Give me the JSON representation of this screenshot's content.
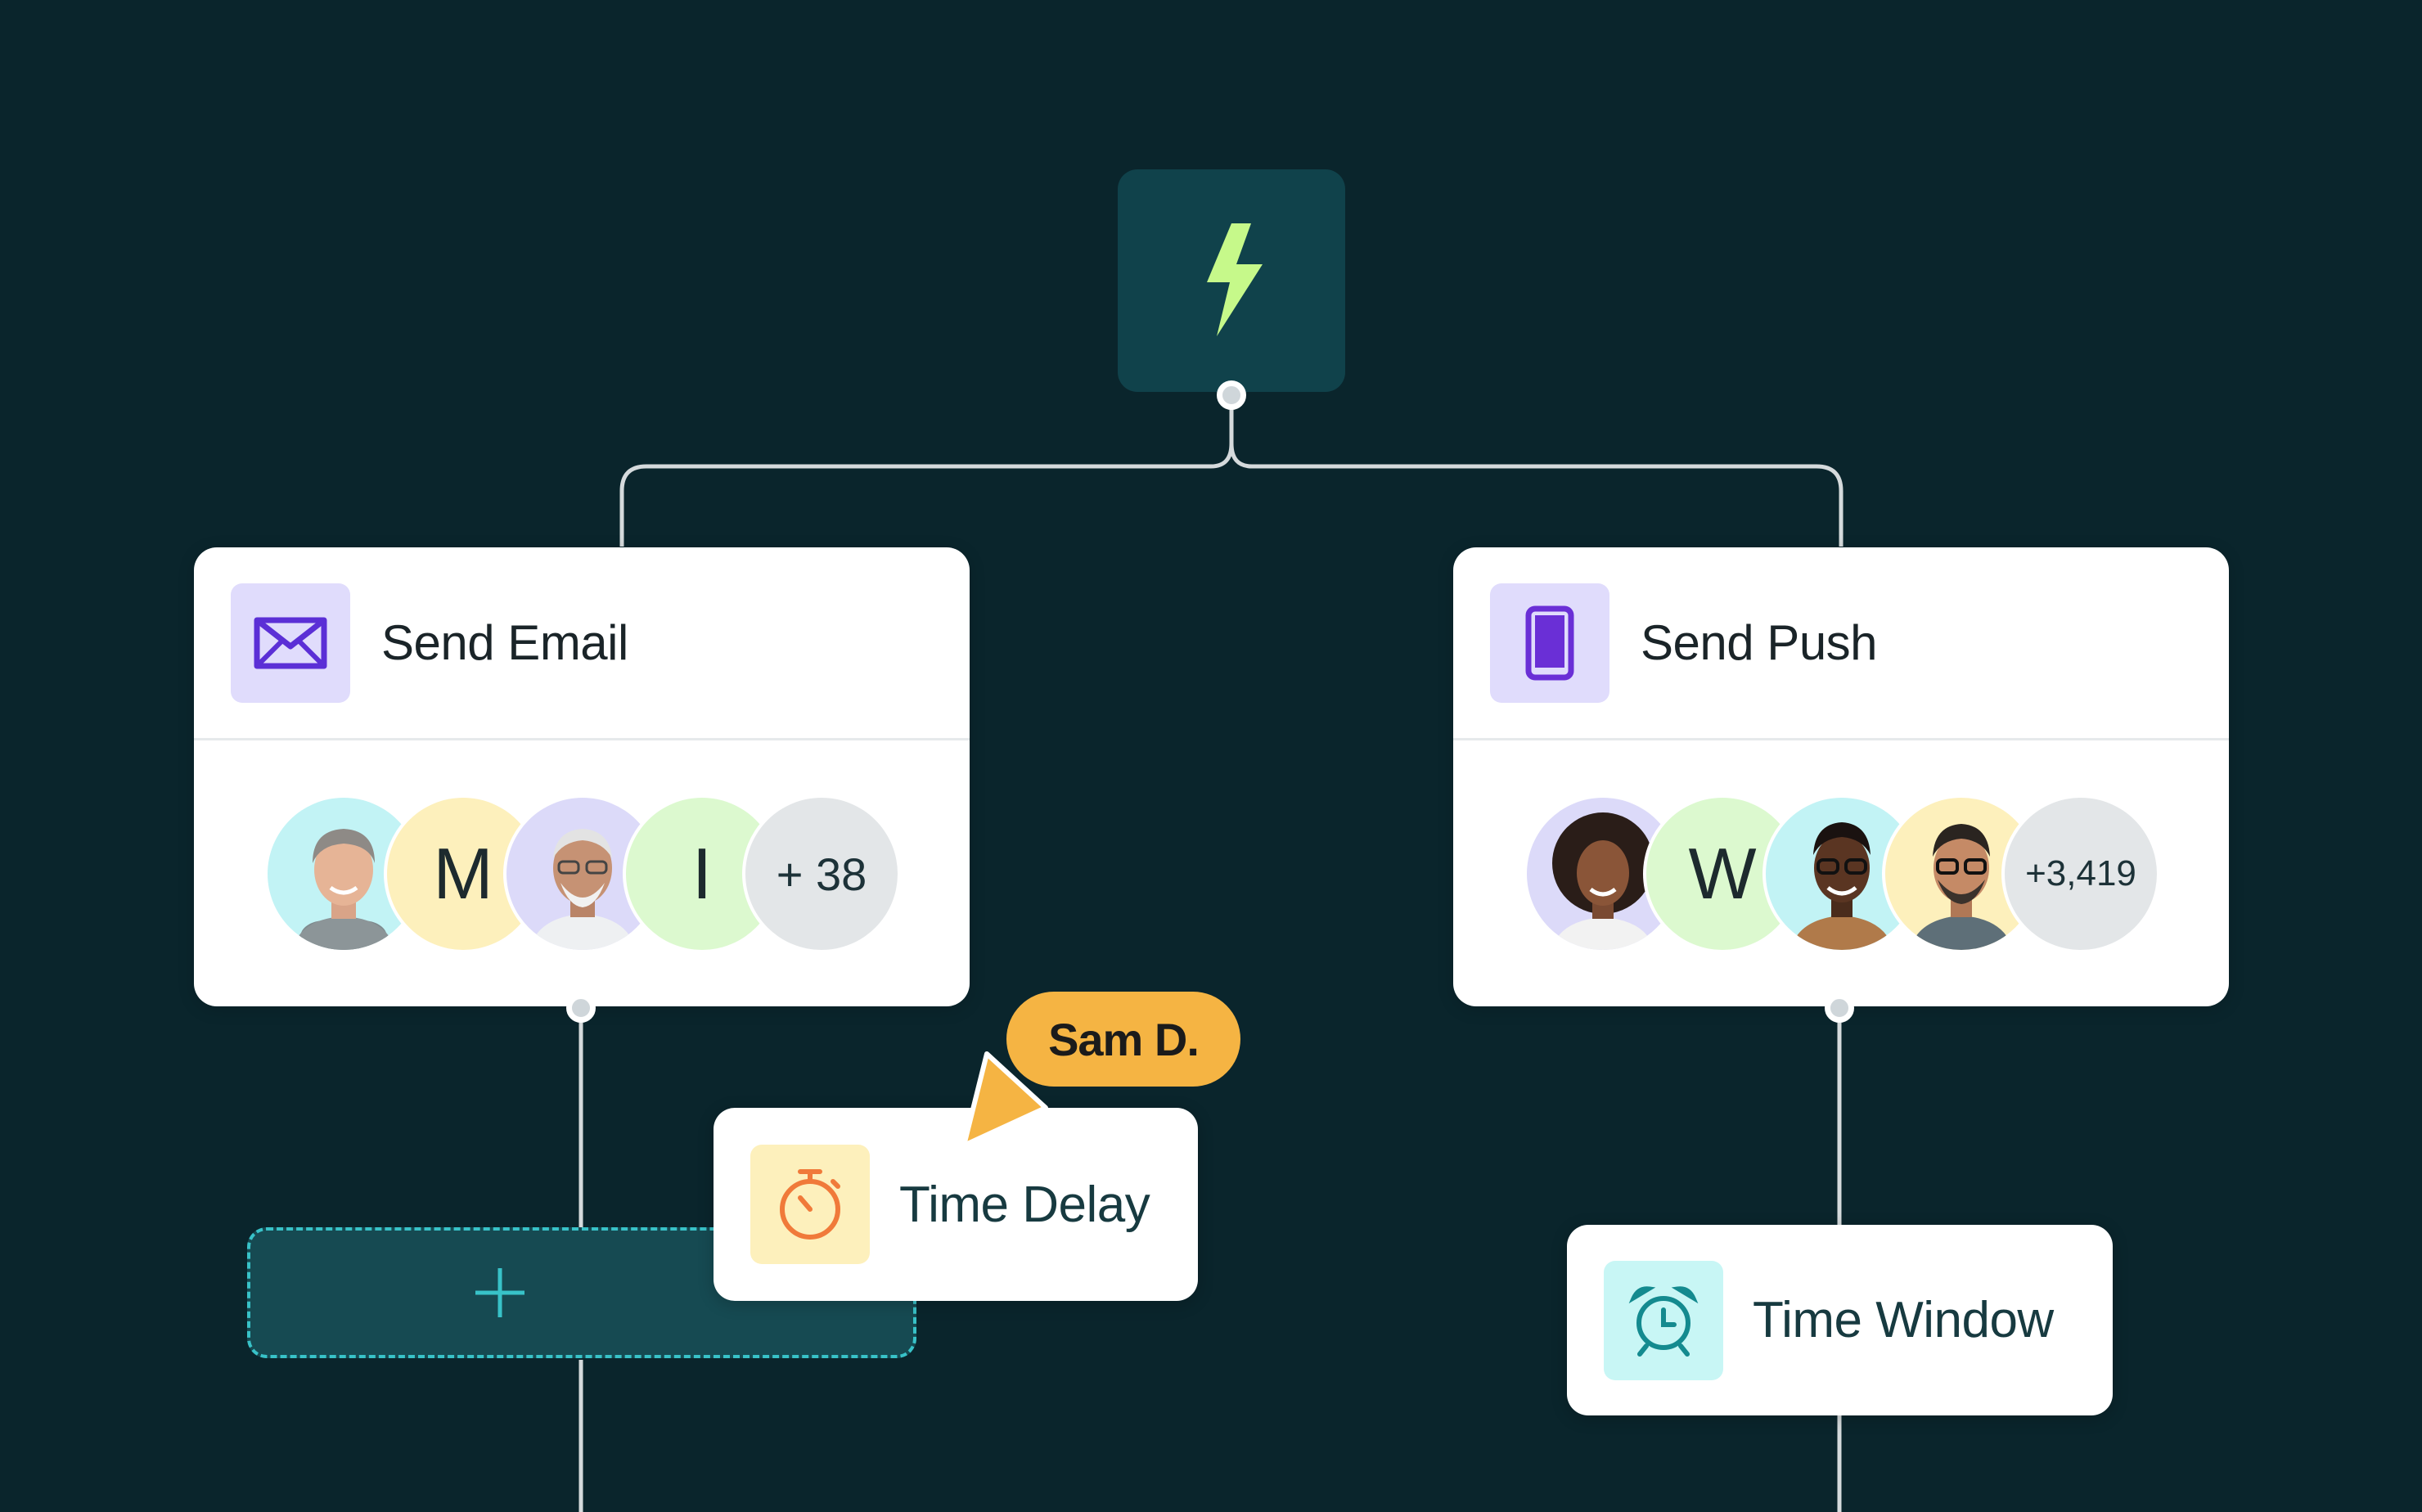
{
  "trigger": {
    "icon": "lightning-bolt-icon",
    "color": "#c6f98a"
  },
  "nodes": {
    "send_email": {
      "title": "Send Email",
      "icon": "envelope-icon",
      "icon_bg": "#e0dcfc",
      "icon_color": "#5b2fd6",
      "avatars": [
        {
          "type": "photo",
          "bg": "#c2f3f5"
        },
        {
          "type": "letter",
          "letter": "M",
          "bg": "#fdf0bc"
        },
        {
          "type": "photo",
          "bg": "#dcdaf9"
        },
        {
          "type": "letter",
          "letter": "I",
          "bg": "#dcf9cf"
        }
      ],
      "more": "+ 38"
    },
    "send_push": {
      "title": "Send Push",
      "icon": "mobile-phone-icon",
      "icon_bg": "#e0dcfc",
      "icon_color": "#6a2fd6",
      "avatars": [
        {
          "type": "photo",
          "bg": "#dcdaf9"
        },
        {
          "type": "letter",
          "letter": "W",
          "bg": "#dcf9cf"
        },
        {
          "type": "photo",
          "bg": "#c2f3f5"
        },
        {
          "type": "photo",
          "bg": "#fdf0bc"
        }
      ],
      "more": "+3,419"
    },
    "time_delay": {
      "title": "Time Delay",
      "icon": "stopwatch-icon",
      "icon_bg": "#fdf0bc",
      "icon_color": "#f07a3a"
    },
    "time_window": {
      "title": "Time Window",
      "icon": "alarm-clock-icon",
      "icon_bg": "#c8f6f5",
      "icon_color": "#148a8f"
    }
  },
  "add_step": {
    "icon": "plus-icon",
    "color": "#38c2c8"
  },
  "collaborator": {
    "name": "Sam D.",
    "color": "#f5b443"
  }
}
